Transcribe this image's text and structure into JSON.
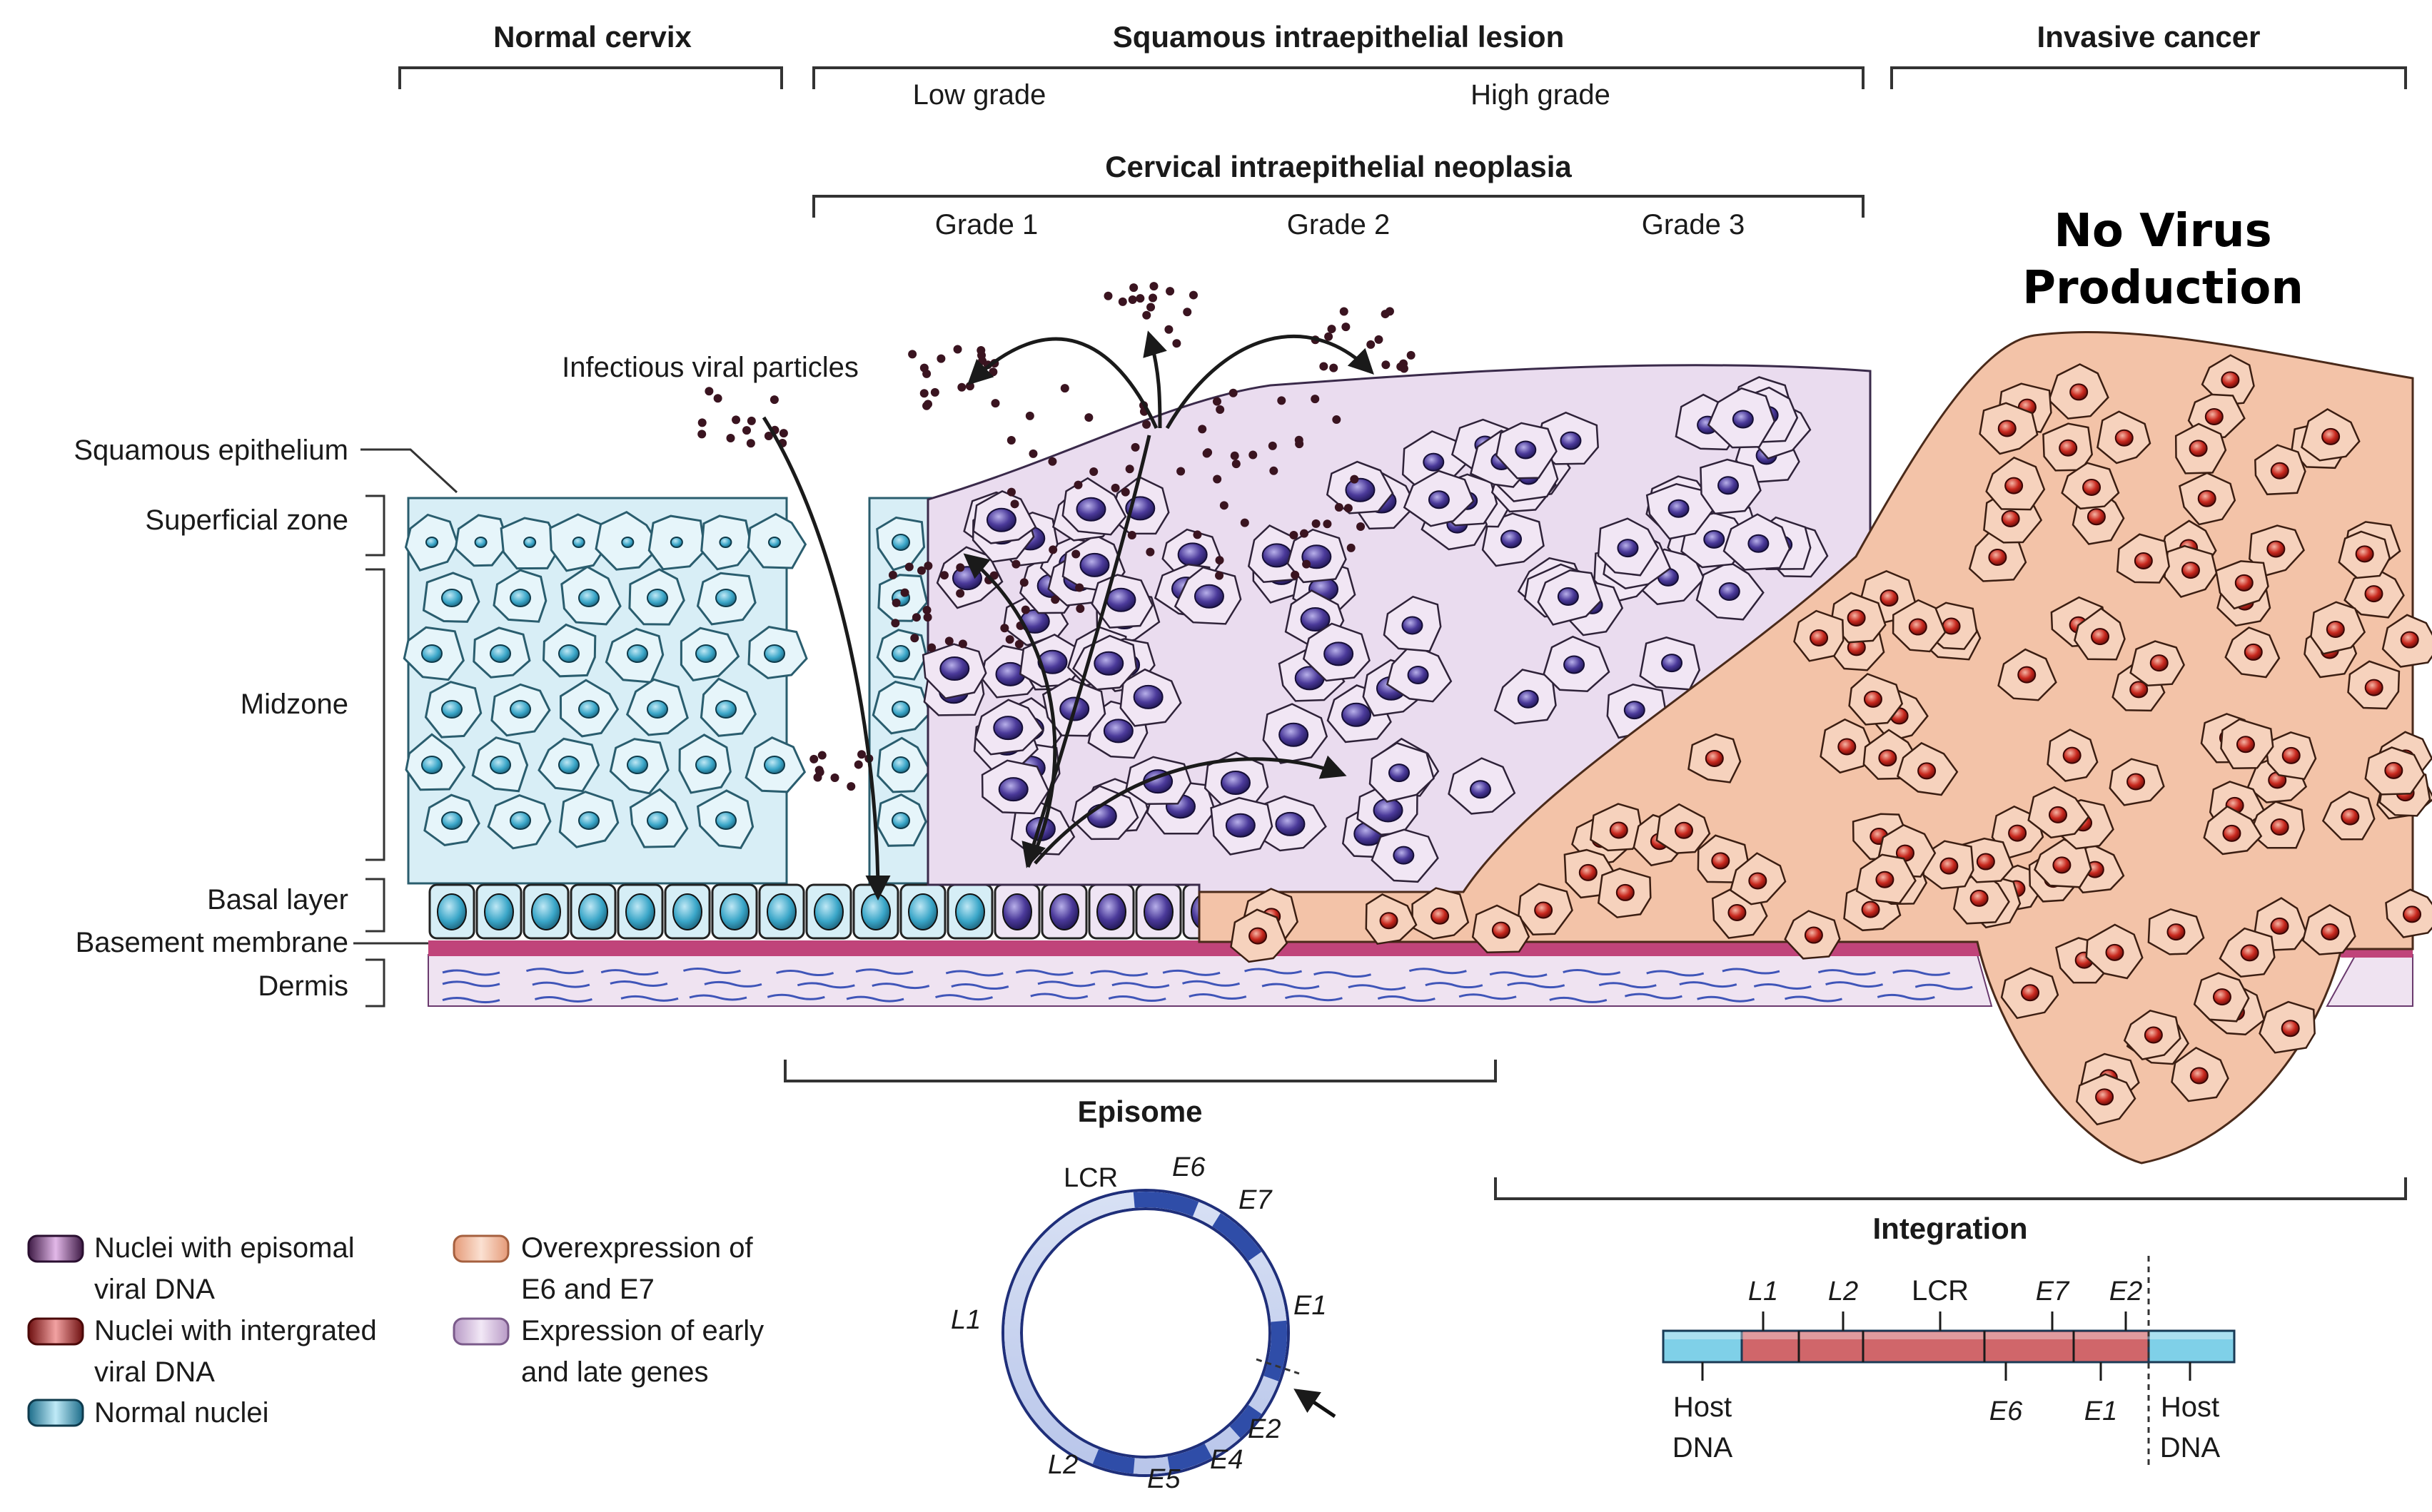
{
  "headers": {
    "normal": "Normal cervix",
    "sil": "Squamous intraepithelial lesion",
    "low_grade": "Low grade",
    "high_grade": "High grade",
    "invasive": "Invasive cancer",
    "cin": "Cervical intraepithelial neoplasia",
    "grade1": "Grade 1",
    "grade2": "Grade 2",
    "grade3": "Grade 3",
    "no_virus_line1": "No Virus",
    "no_virus_line2": "Production"
  },
  "tissue_labels": {
    "viral_particles": "Infectious viral particles",
    "squamous_epithelium": "Squamous epithelium",
    "superficial_zone": "Superficial zone",
    "midzone": "Midzone",
    "basal_layer": "Basal layer",
    "basement_membrane": "Basement membrane",
    "dermis": "Dermis"
  },
  "episome": {
    "title": "Episome",
    "genes": [
      "LCR",
      "E6",
      "E7",
      "E1",
      "E2",
      "E4",
      "E5",
      "L2",
      "L1"
    ]
  },
  "integration": {
    "title": "Integration",
    "top_genes": [
      "L1",
      "L2",
      "LCR",
      "E7",
      "E2"
    ],
    "bottom_genes": [
      "E6",
      "E1"
    ],
    "host_left": [
      "Host",
      "DNA"
    ],
    "host_right": [
      "Host",
      "DNA"
    ]
  },
  "legend": [
    {
      "line1": "Nuclei with episomal",
      "line2": "viral DNA",
      "color": "#6b2a6b"
    },
    {
      "line1": "Nuclei with intergrated",
      "line2": "viral DNA",
      "color": "#b52a2a"
    },
    {
      "line1": "Normal nuclei",
      "line2": "",
      "color": "#3aa6c8"
    },
    {
      "line1": "Overexpression of",
      "line2": "E6 and E7",
      "color": "#f0b99a"
    },
    {
      "line1": "Expression of early",
      "line2": "and late genes",
      "color": "#d9c3e3"
    }
  ],
  "colors": {
    "normal_cell": "#d8eef6",
    "normal_nucleus": "#3aa6c8",
    "lesion_cell": "#eadcef",
    "episomal_nucleus": "#4b3a9a",
    "cancer_cell": "#f3c3a8",
    "cancer_nucleus": "#c8281e",
    "membrane": "#c0447a",
    "virion": "#3a1420"
  }
}
